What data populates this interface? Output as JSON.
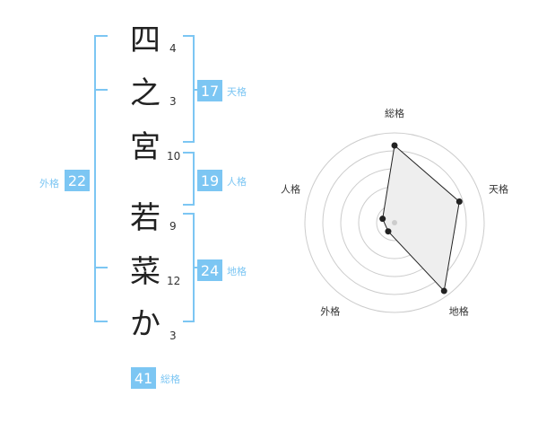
{
  "name_chars": [
    {
      "char": "四",
      "strokes": "4"
    },
    {
      "char": "之",
      "strokes": "3"
    },
    {
      "char": "宮",
      "strokes": "10"
    },
    {
      "char": "若",
      "strokes": "9"
    },
    {
      "char": "菜",
      "strokes": "12"
    },
    {
      "char": "か",
      "strokes": "3"
    }
  ],
  "kaku": {
    "ten": {
      "value": "17",
      "label": "天格"
    },
    "jin": {
      "value": "19",
      "label": "人格"
    },
    "chi": {
      "value": "24",
      "label": "地格"
    },
    "gai": {
      "value": "22",
      "label": "外格"
    },
    "sou": {
      "value": "41",
      "label": "総格"
    }
  },
  "colors": {
    "bracket": "#7cc6f3",
    "badge": "#7cc6f3",
    "radar_fill": "#eeeeee",
    "radar_line": "#222222",
    "grid": "#cccccc"
  },
  "chart_data": {
    "type": "radar",
    "axes": [
      "総格",
      "天格",
      "地格",
      "外格",
      "人格"
    ],
    "values": [
      4.3,
      3.8,
      4.7,
      0.6,
      0.7
    ],
    "max": 5,
    "rings": 5
  }
}
